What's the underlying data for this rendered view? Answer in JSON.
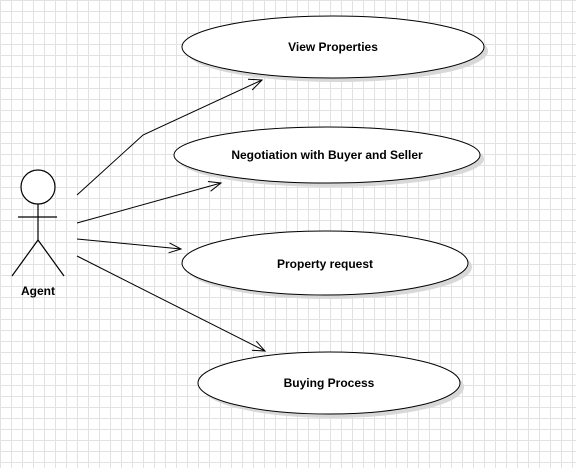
{
  "diagram": {
    "actor": {
      "label": "Agent",
      "icon": "stick-figure-icon"
    },
    "use_cases": [
      {
        "label": "View Properties"
      },
      {
        "label": "Negotiation with Buyer and Seller"
      },
      {
        "label": "Property request"
      },
      {
        "label": "Buying Process"
      }
    ],
    "associations": [
      {
        "from": "Agent",
        "to": "View Properties"
      },
      {
        "from": "Agent",
        "to": "Negotiation with Buyer and Seller"
      },
      {
        "from": "Agent",
        "to": "Property request"
      },
      {
        "from": "Agent",
        "to": "Buying Process"
      }
    ],
    "colors": {
      "stroke": "#000000",
      "fill": "#ffffff",
      "shadow": "#d8d8d8",
      "grid": "#e2e2e2"
    }
  }
}
